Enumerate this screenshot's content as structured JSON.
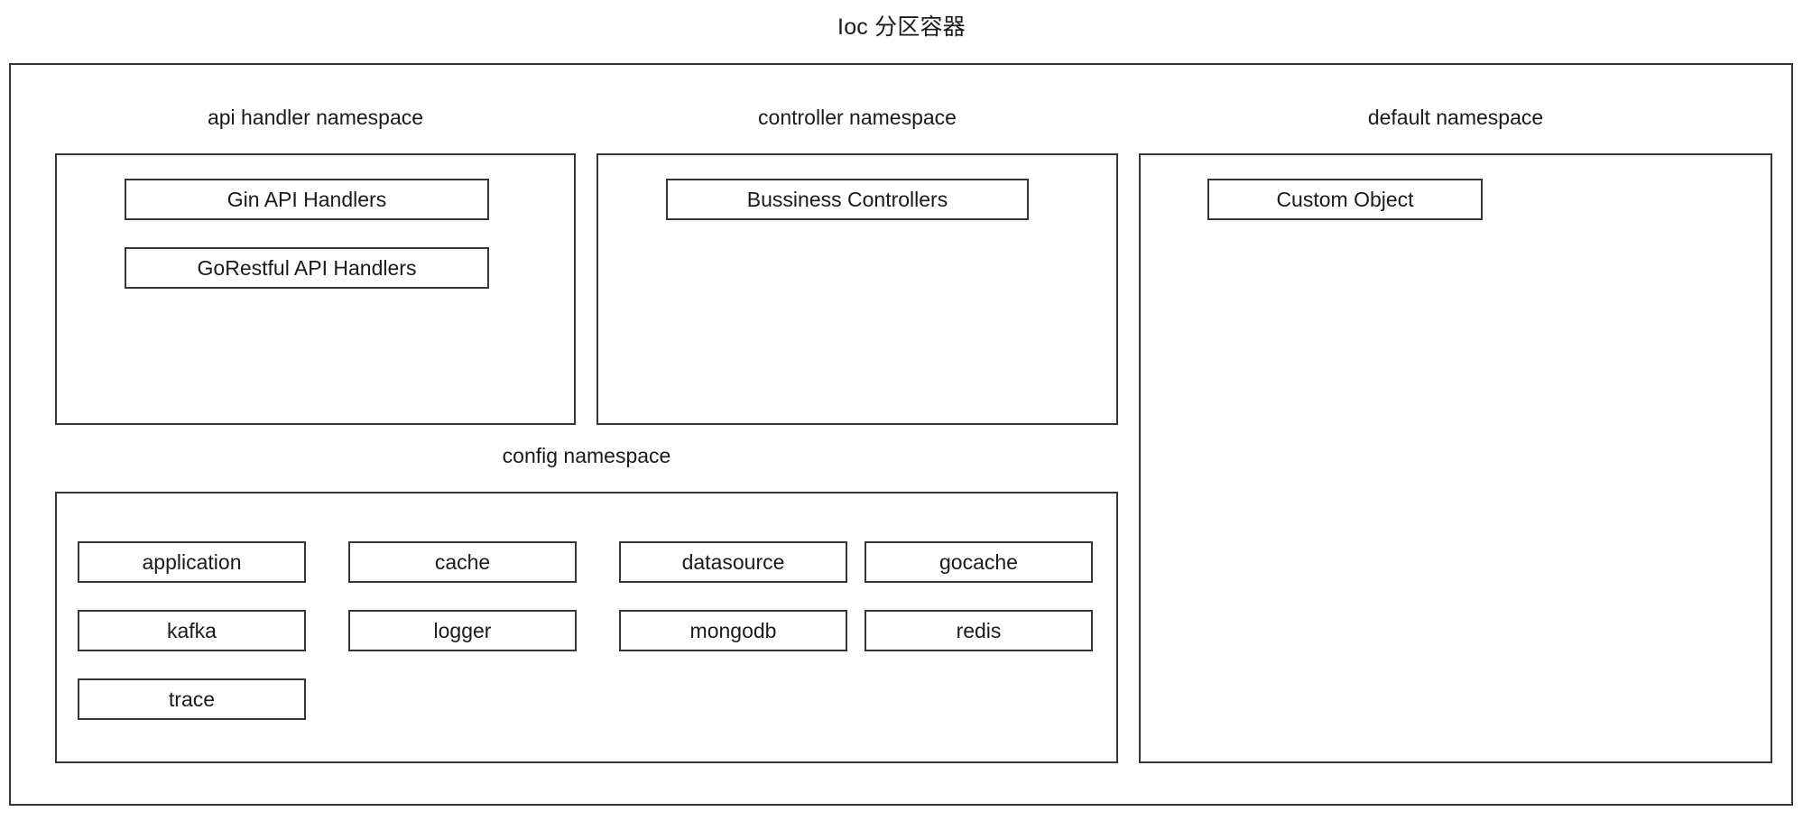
{
  "diagram": {
    "title": "Ioc 分区容器",
    "namespaces": [
      {
        "id": "api-handler",
        "label": "api handler namespace",
        "items": [
          {
            "label": "Gin API Handlers"
          },
          {
            "label": "GoRestful API Handlers"
          }
        ]
      },
      {
        "id": "controller",
        "label": "controller namespace",
        "items": [
          {
            "label": "Bussiness Controllers"
          }
        ]
      },
      {
        "id": "default",
        "label": "default namespace",
        "items": [
          {
            "label": "Custom Object"
          }
        ]
      },
      {
        "id": "config",
        "label": "config namespace",
        "items": [
          {
            "label": "application"
          },
          {
            "label": "cache"
          },
          {
            "label": "datasource"
          },
          {
            "label": "gocache"
          },
          {
            "label": "kafka"
          },
          {
            "label": "logger"
          },
          {
            "label": "mongodb"
          },
          {
            "label": "redis"
          },
          {
            "label": "trace"
          }
        ]
      }
    ],
    "colors": {
      "background": "#ffffff",
      "stroke": "#32373b",
      "text": "#1a1a1a"
    }
  }
}
